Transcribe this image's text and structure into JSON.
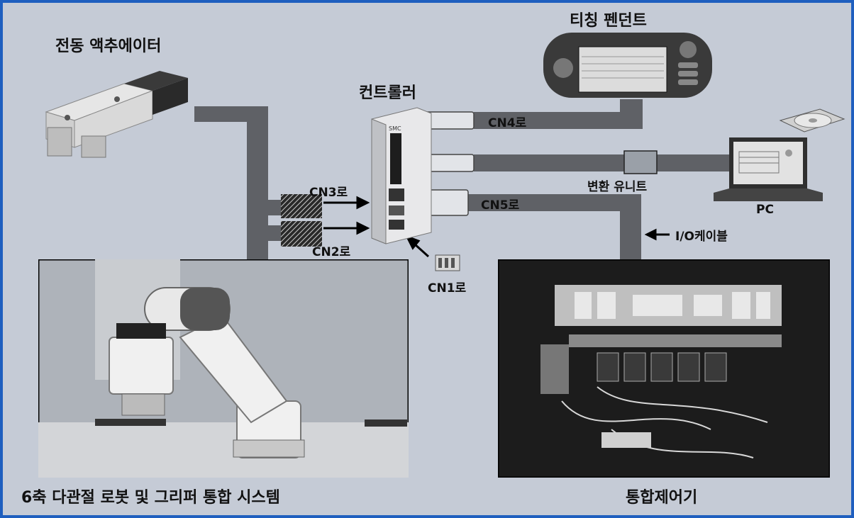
{
  "labels": {
    "actuator": "전동 액추에이터",
    "controller": "컨트롤러",
    "teaching_pendant": "티칭 펜던트",
    "cn4": "CN4로",
    "cn3": "CN3로",
    "cn2": "CN2로",
    "cn1": "CN1로",
    "cn5": "CN5로",
    "conversion_unit": "변환 유니트",
    "pc": "PC",
    "io_cable": "I/O케이블",
    "robot_system": "6축 다관절 로봇 및 그리퍼 통합 시스템",
    "integrated_controller": "통합제어기"
  },
  "colors": {
    "background": "#c5cbd6",
    "border": "#1f5fbf",
    "cable": "#5f6166",
    "text": "#111111"
  },
  "icons": {
    "actuator": "electric-actuator-icon",
    "controller": "controller-unit-icon",
    "pendant": "teaching-pendant-icon",
    "pc": "laptop-icon",
    "cd": "cd-icon"
  }
}
